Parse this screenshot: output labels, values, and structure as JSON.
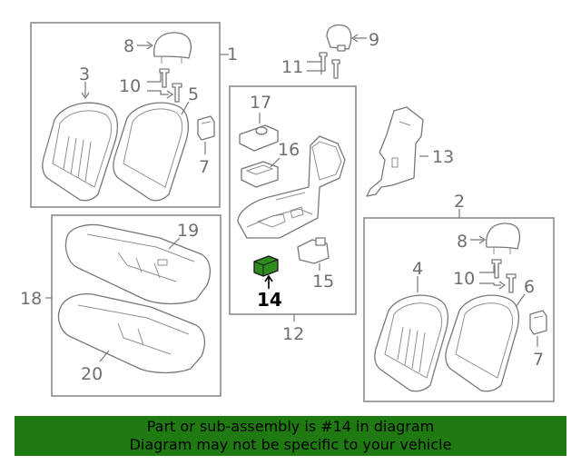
{
  "labels": {
    "l1": "1",
    "l2": "2",
    "l3": "3",
    "l4": "4",
    "l5": "5",
    "l6": "6",
    "l7a": "7",
    "l7b": "7",
    "l8a": "8",
    "l8b": "8",
    "l9": "9",
    "l10a": "10",
    "l10b": "10",
    "l11": "11",
    "l12": "12",
    "l13": "13",
    "l14": "14",
    "l15": "15",
    "l16": "16",
    "l17": "17",
    "l18": "18",
    "l19": "19",
    "l20": "20"
  },
  "highlight_part": "14",
  "colors": {
    "highlight": "#2e8b1e",
    "banner": "#1f7a12",
    "line": "#777777"
  },
  "banner": {
    "line1": "Part or sub-assembly is #14 in diagram",
    "line2": "Diagram may not be specific to your vehicle"
  }
}
